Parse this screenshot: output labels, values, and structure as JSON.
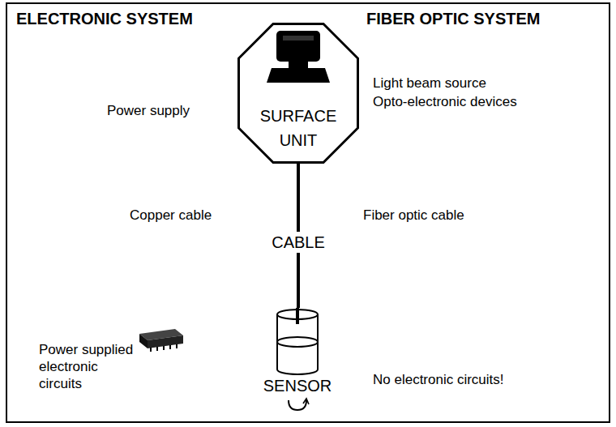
{
  "diagram": {
    "nodes": [
      {
        "text": [
          "SURFACE UNIT"
        ]
      },
      {
        "text": [
          "SENSOR"
        ]
      }
    ],
    "edges": [
      {
        "from": 0,
        "to": 1,
        "arrow": "none",
        "label": "CABLE"
      }
    ],
    "labels": [
      "ELECTRONIC SYSTEM",
      "FIBER OPTIC SYSTEM",
      "Power supply",
      "Light beam source",
      "Opto-electronic devices",
      "Copper cable",
      "Fiber optic cable",
      "Power supplied electronic circuits",
      "No electronic circuits!"
    ]
  }
}
